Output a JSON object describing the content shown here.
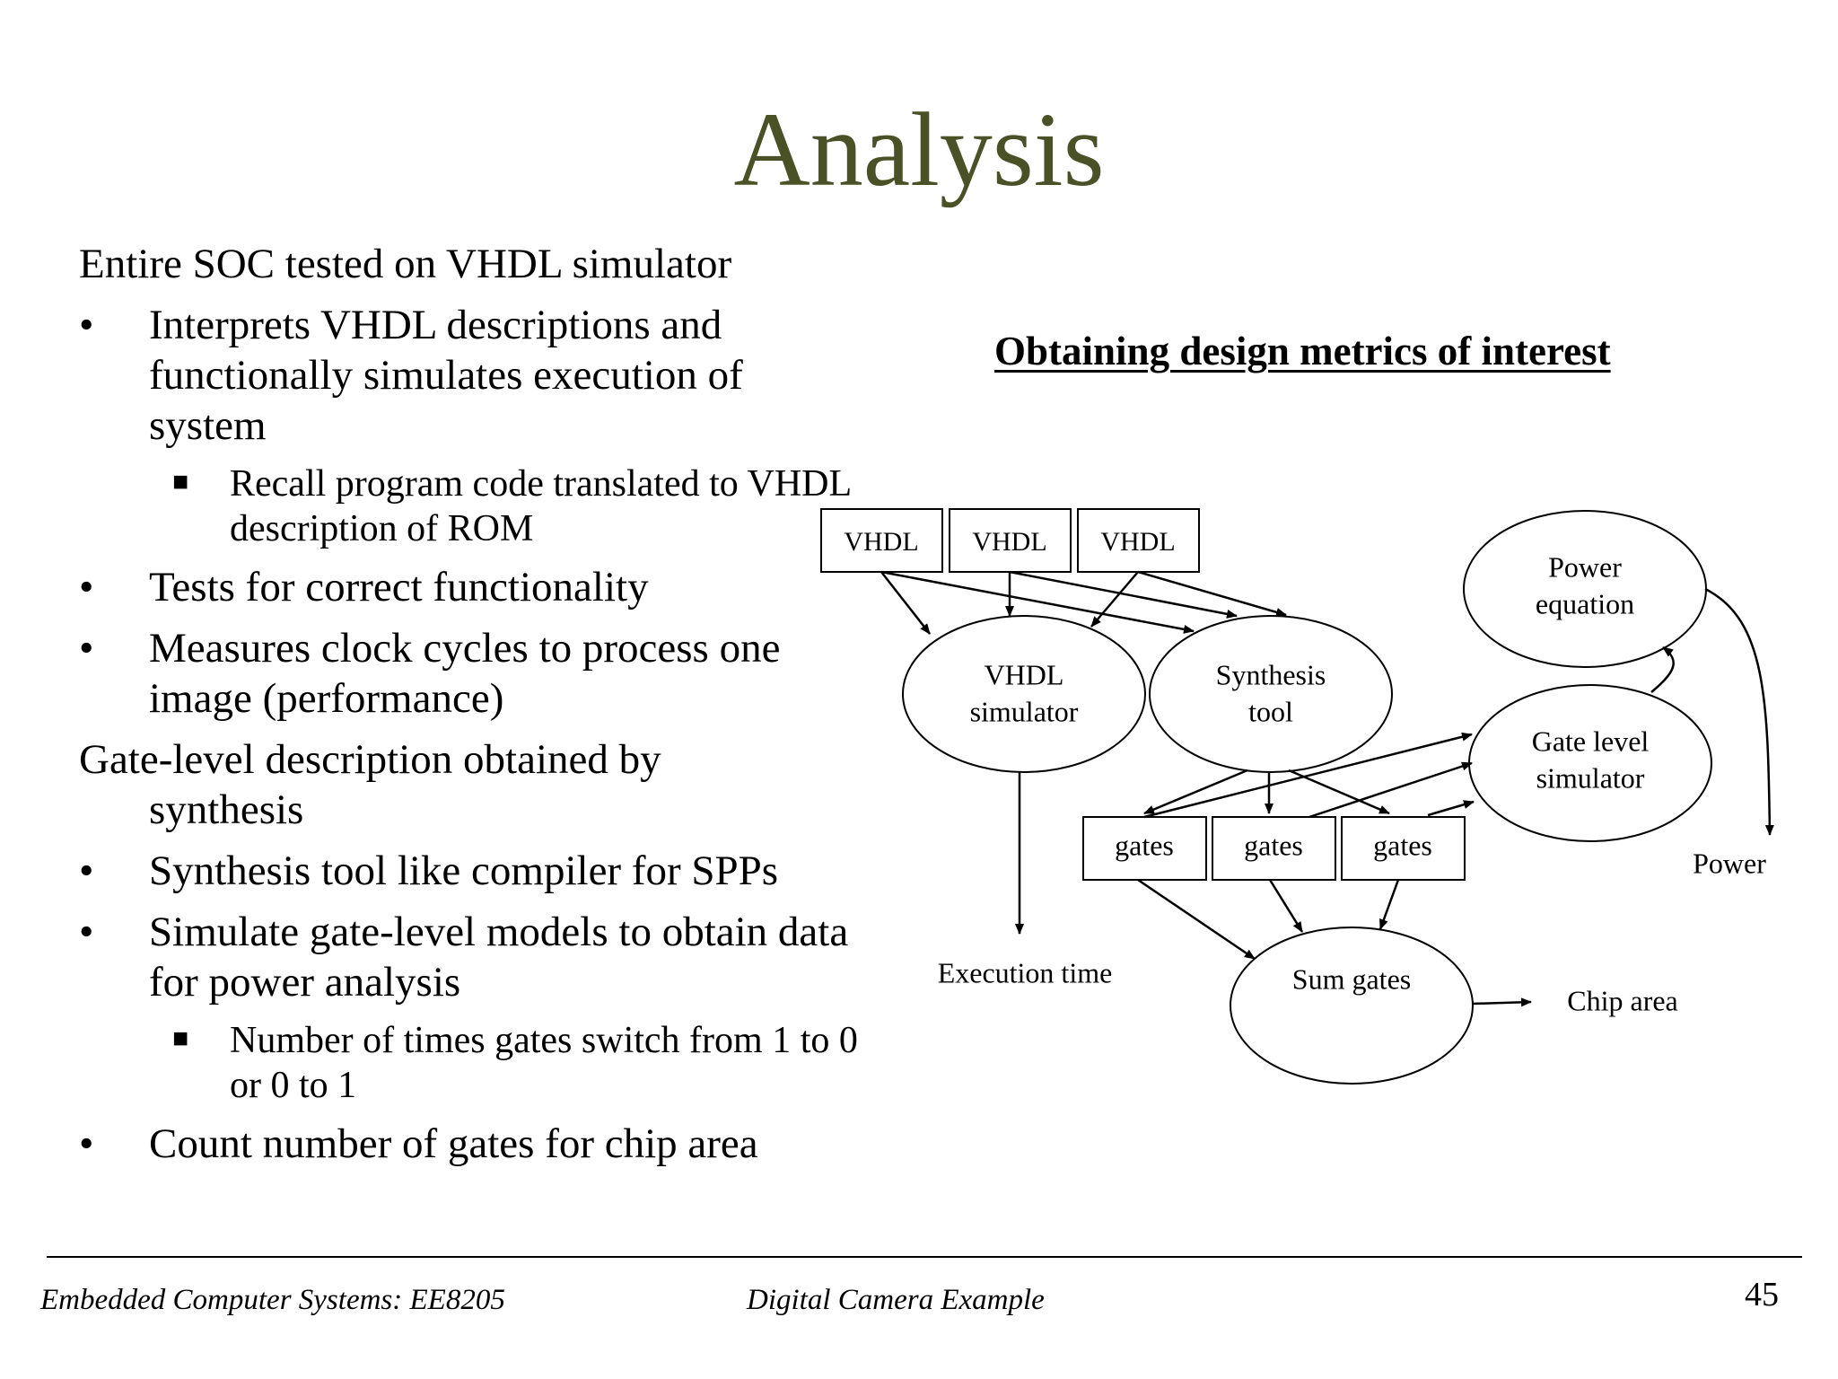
{
  "title": "Analysis",
  "bullets": [
    {
      "level": 0,
      "text": "Entire SOC tested on VHDL simulator"
    },
    {
      "level": 1,
      "text": "Interprets VHDL descriptions and functionally simulates execution of system"
    },
    {
      "level": 2,
      "text": "Recall program code translated to VHDL description of ROM"
    },
    {
      "level": 1,
      "text": "Tests for correct functionality"
    },
    {
      "level": 1,
      "text": "Measures clock cycles to process one image (performance)"
    },
    {
      "level": 0,
      "text": "Gate-level description obtained by",
      "cont": "synthesis"
    },
    {
      "level": 1,
      "text": "Synthesis tool like compiler for SPPs"
    },
    {
      "level": 1,
      "text": "Simulate gate-level models to obtain data for power analysis"
    },
    {
      "level": 2,
      "text": "Number of times gates switch from 1 to 0 or 0 to 1"
    },
    {
      "level": 1,
      "text": "Count number of gates for chip area"
    }
  ],
  "diagram": {
    "title": "Obtaining design metrics of interest",
    "vhdl_boxes": [
      "VHDL",
      "VHDL",
      "VHDL"
    ],
    "vhdl_simulator": [
      "VHDL",
      "simulator"
    ],
    "synthesis_tool": [
      "Synthesis",
      "tool"
    ],
    "power_equation": [
      "Power",
      "equation"
    ],
    "gate_level_simulator": [
      "Gate level",
      "simulator"
    ],
    "gates_boxes": [
      "gates",
      "gates",
      "gates"
    ],
    "sum_gates": "Sum gates",
    "execution_time": "Execution time",
    "chip_area": "Chip area",
    "power": "Power"
  },
  "footer": {
    "course": "Embedded Computer Systems: EE8205",
    "topic": "Digital Camera Example",
    "page": "45"
  }
}
